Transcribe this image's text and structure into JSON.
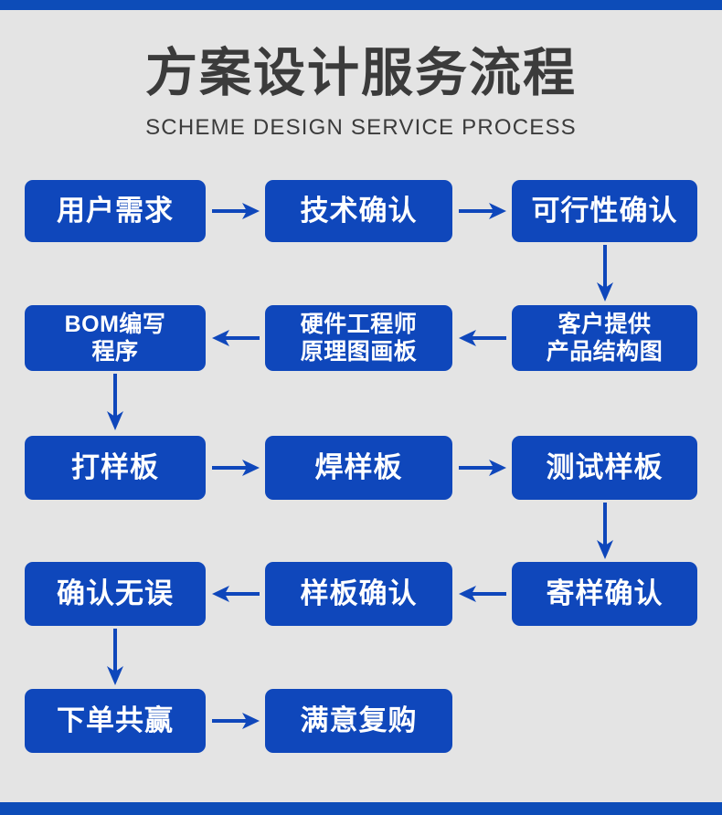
{
  "page": {
    "background_color": "#e4e4e4",
    "accent_color": "#0f47bb",
    "bar_color": "#0d4cb8",
    "node_text_color": "#ffffff",
    "title_color": "#3b3b3b"
  },
  "header": {
    "title_cn": "方案设计服务流程",
    "title_en": "SCHEME DESIGN SERVICE PROCESS"
  },
  "chart_data": {
    "type": "flowchart",
    "title": "方案设计服务流程",
    "subtitle": "SCHEME DESIGN SERVICE PROCESS",
    "node_count": 14,
    "nodes": [
      {
        "id": "n1",
        "label": "用户需求",
        "row": 1,
        "col": 1,
        "lines": 1
      },
      {
        "id": "n2",
        "label": "技术确认",
        "row": 1,
        "col": 2,
        "lines": 1
      },
      {
        "id": "n3",
        "label": "可行性确认",
        "row": 1,
        "col": 3,
        "lines": 1
      },
      {
        "id": "n4",
        "label": "客户提供\n产品结构图",
        "row": 2,
        "col": 3,
        "lines": 2
      },
      {
        "id": "n5",
        "label": "硬件工程师\n原理图画板",
        "row": 2,
        "col": 2,
        "lines": 2
      },
      {
        "id": "n6",
        "label": "BOM编写\n程序",
        "row": 2,
        "col": 1,
        "lines": 2
      },
      {
        "id": "n7",
        "label": "打样板",
        "row": 3,
        "col": 1,
        "lines": 1
      },
      {
        "id": "n8",
        "label": "焊样板",
        "row": 3,
        "col": 2,
        "lines": 1
      },
      {
        "id": "n9",
        "label": "测试样板",
        "row": 3,
        "col": 3,
        "lines": 1
      },
      {
        "id": "n10",
        "label": "寄样确认",
        "row": 4,
        "col": 3,
        "lines": 1
      },
      {
        "id": "n11",
        "label": "样板确认",
        "row": 4,
        "col": 2,
        "lines": 1
      },
      {
        "id": "n12",
        "label": "确认无误",
        "row": 4,
        "col": 1,
        "lines": 1
      },
      {
        "id": "n13",
        "label": "下单共赢",
        "row": 5,
        "col": 1,
        "lines": 1
      },
      {
        "id": "n14",
        "label": "满意复购",
        "row": 5,
        "col": 2,
        "lines": 1
      }
    ],
    "edges": [
      {
        "from": "n1",
        "to": "n2",
        "direction": "right"
      },
      {
        "from": "n2",
        "to": "n3",
        "direction": "right"
      },
      {
        "from": "n3",
        "to": "n4",
        "direction": "down"
      },
      {
        "from": "n4",
        "to": "n5",
        "direction": "left"
      },
      {
        "from": "n5",
        "to": "n6",
        "direction": "left"
      },
      {
        "from": "n6",
        "to": "n7",
        "direction": "down"
      },
      {
        "from": "n7",
        "to": "n8",
        "direction": "right"
      },
      {
        "from": "n8",
        "to": "n9",
        "direction": "right"
      },
      {
        "from": "n9",
        "to": "n10",
        "direction": "down"
      },
      {
        "from": "n10",
        "to": "n11",
        "direction": "left"
      },
      {
        "from": "n11",
        "to": "n12",
        "direction": "left"
      },
      {
        "from": "n12",
        "to": "n13",
        "direction": "down"
      },
      {
        "from": "n13",
        "to": "n14",
        "direction": "right"
      }
    ]
  }
}
